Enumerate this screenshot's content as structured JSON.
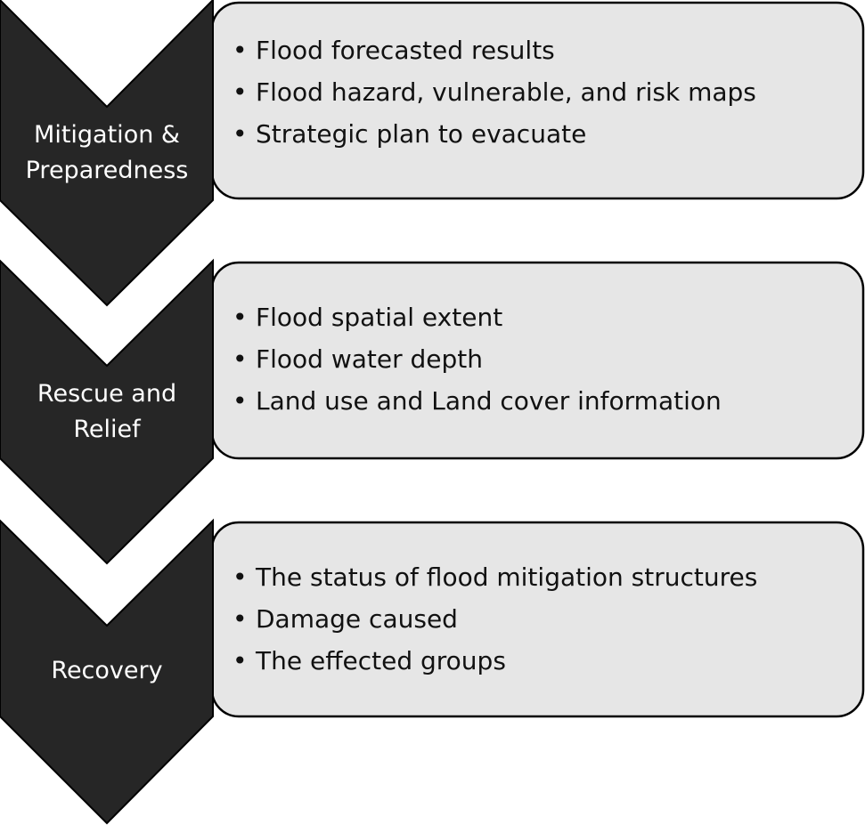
{
  "stages": [
    {
      "label": "Mitigation &\nPreparedness",
      "label_lines": [
        "Mitigation &",
        "Preparedness"
      ],
      "items": [
        "Flood forecasted results",
        "Flood hazard, vulnerable, and risk maps",
        "Strategic plan to evacuate"
      ]
    },
    {
      "label": "Rescue and Relief",
      "label_lines": [
        "Rescue and",
        "Relief"
      ],
      "items": [
        "Flood spatial extent",
        "Flood water depth",
        "Land use and Land cover information"
      ]
    },
    {
      "label": "Recovery",
      "label_lines": [
        "Recovery"
      ],
      "items": [
        "The status of flood mitigation structures",
        "Damage caused",
        "The effected groups"
      ]
    }
  ],
  "colors": {
    "chevron": "#262626",
    "box": "#e6e6e6",
    "stroke": "#000000"
  }
}
